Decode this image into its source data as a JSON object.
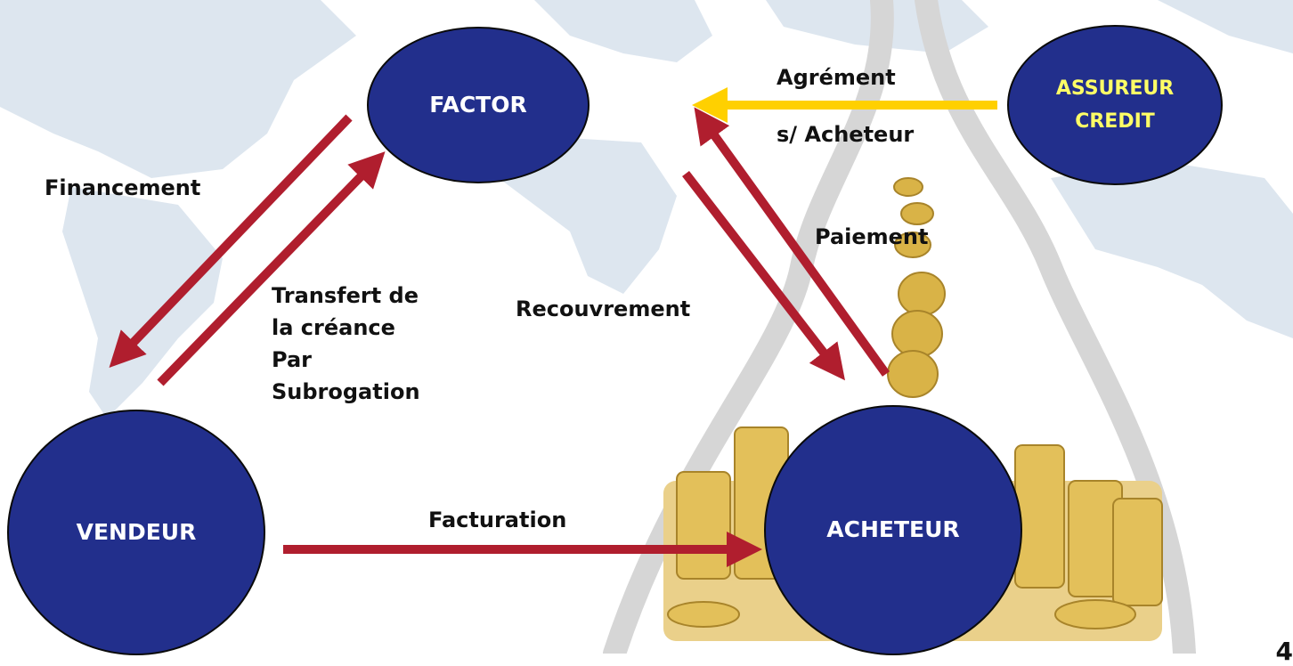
{
  "nodes": {
    "factor": "FACTOR",
    "vendeur": "VENDEUR",
    "acheteur": "ACHETEUR",
    "assureur_line1": "ASSUREUR",
    "assureur_line2": "CREDIT"
  },
  "flows": {
    "financement": "Financement",
    "transfert": [
      "Transfert de",
      "la créance",
      "Par",
      "Subrogation"
    ],
    "recouvrement": "Recouvrement",
    "paiement": "Paiement",
    "facturation": "Facturation",
    "agrement": [
      "Agrément",
      "s/ Acheteur"
    ]
  },
  "colors": {
    "node_fill": "#222f8c",
    "arrow_red": "#b01e2e",
    "arrow_yellow": "#ffd000",
    "insurer_text": "#ffff66"
  },
  "page_number": "4"
}
